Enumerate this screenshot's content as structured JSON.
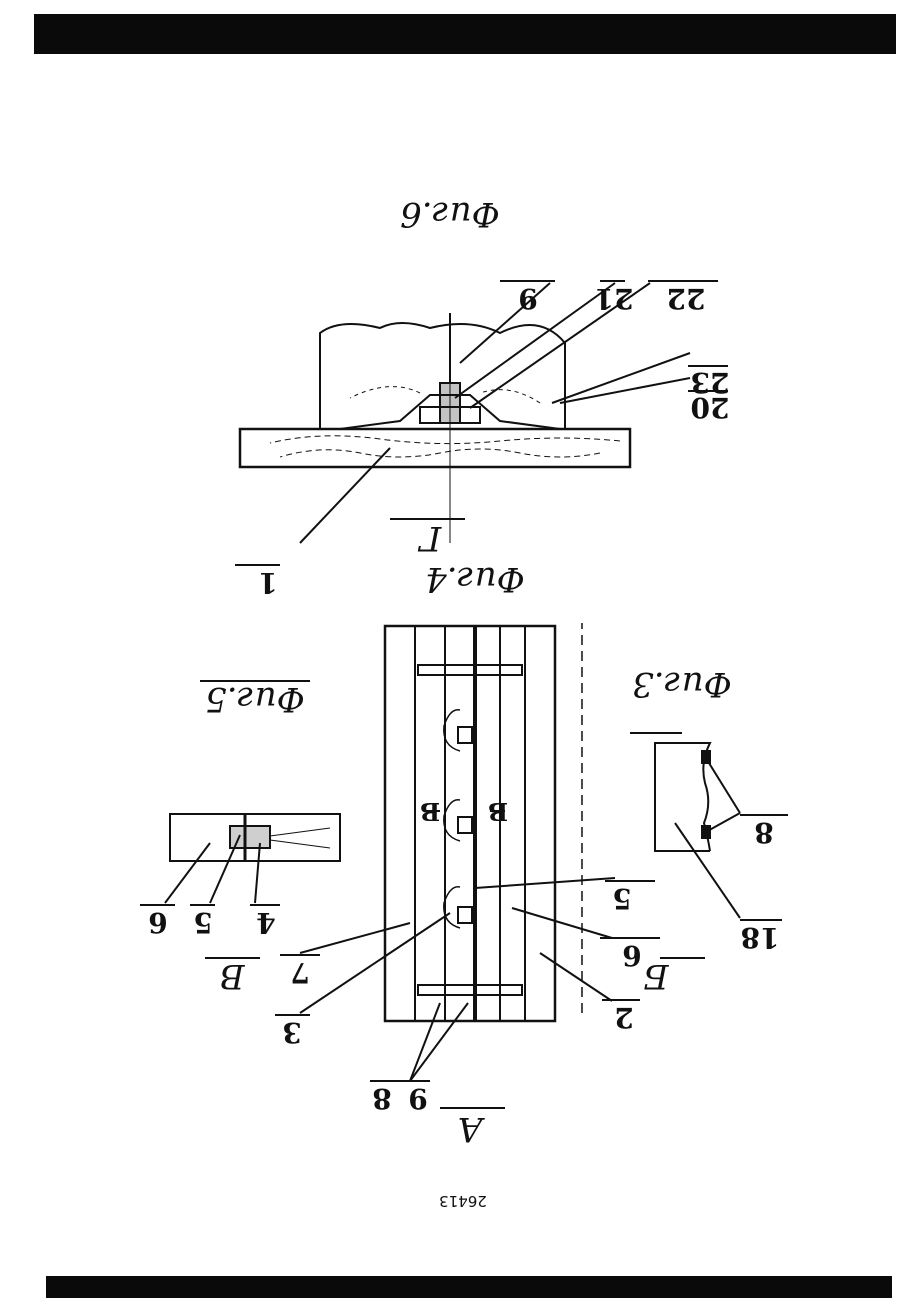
{
  "document": {
    "doc_number": "26413",
    "figures": {
      "fig3": {
        "caption": "Фиг.3",
        "section": "Б",
        "labels": [
          "18",
          "8"
        ]
      },
      "fig4": {
        "caption": "Фиг.4",
        "section": "Г",
        "view": "А",
        "labels": [
          "3",
          "7",
          "5",
          "2",
          "6",
          "8",
          "9"
        ],
        "section_marks": [
          "В",
          "В"
        ]
      },
      "fig5": {
        "caption": "Фиг.5",
        "section": "В",
        "labels": [
          "4",
          "5",
          "6"
        ]
      },
      "fig6": {
        "caption": "Фиг.6",
        "labels": [
          "1",
          "23",
          "20",
          "22",
          "21",
          "9"
        ]
      }
    }
  }
}
